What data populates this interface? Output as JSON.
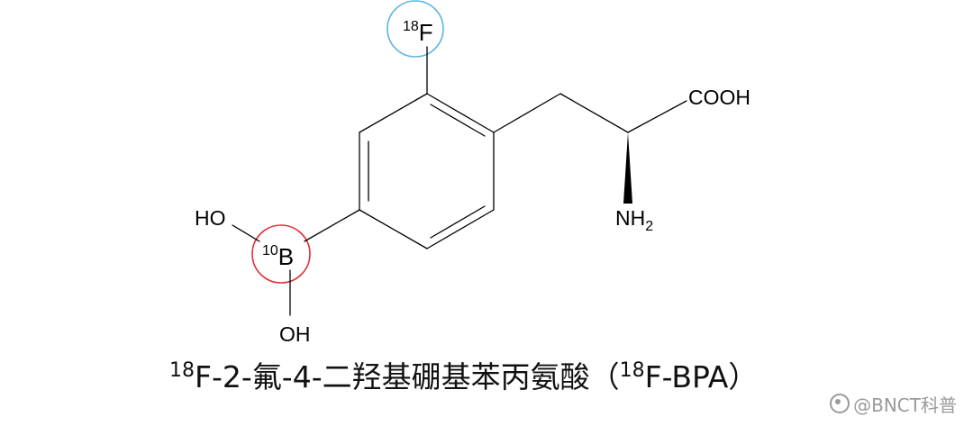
{
  "atoms": {
    "fluorine": {
      "isotope": "18",
      "symbol": "F"
    },
    "boron": {
      "isotope": "10",
      "symbol": "B"
    },
    "hydroxyl_top": "HO",
    "hydroxyl_bottom": "OH",
    "carboxyl": "COOH",
    "amine": {
      "text": "NH",
      "subscript": "2"
    }
  },
  "caption": {
    "isotope": "18",
    "name": "F-2-氟-4-二羟基硼基苯丙氨酸",
    "abbr_open": "（",
    "abbr_isotope": "18",
    "abbr_text": "F-BPA）"
  },
  "watermark": "@BNCT科普",
  "colors": {
    "fluorine_circle": "#5ab4e0",
    "boron_circle": "#e0303a",
    "bond": "#000000"
  }
}
